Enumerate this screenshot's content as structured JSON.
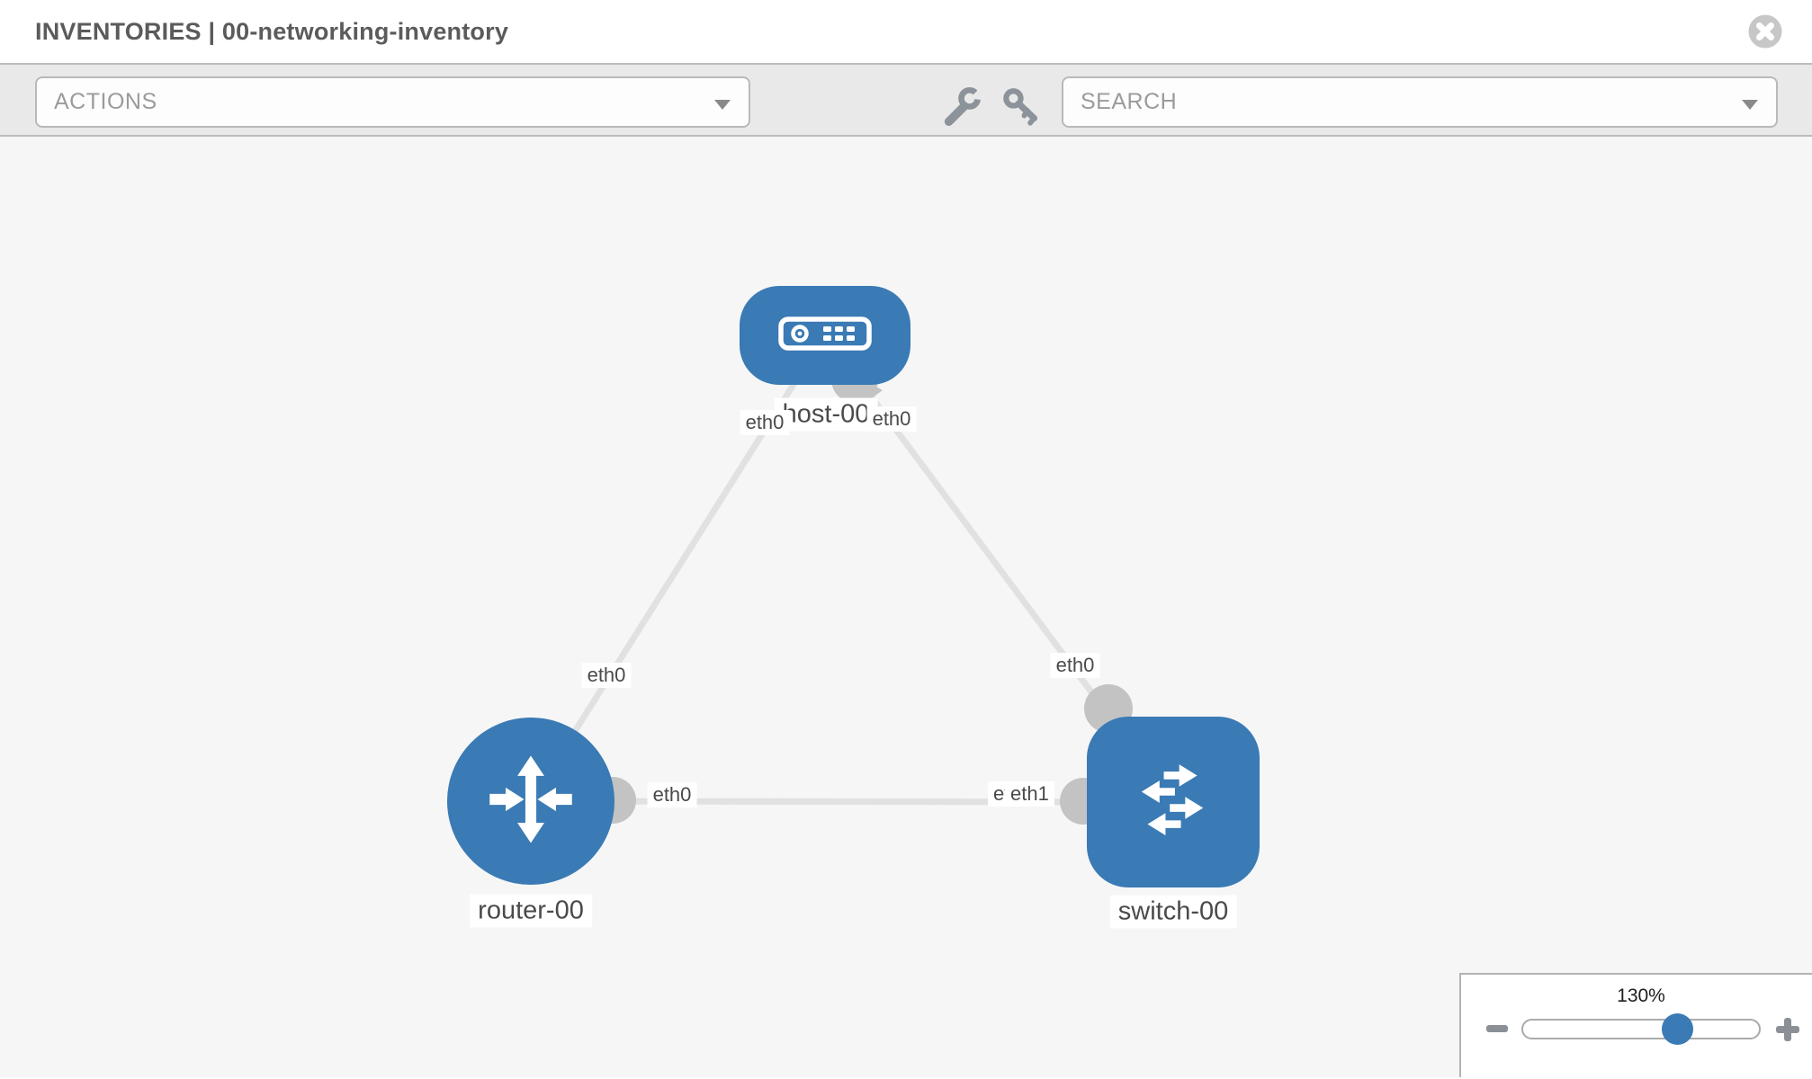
{
  "header": {
    "title": "INVENTORIES | 00-networking-inventory",
    "close_icon": "circle-x"
  },
  "toolbar": {
    "actions_label": "ACTIONS",
    "search_label": "SEARCH",
    "icon_buttons": [
      "wrench-icon",
      "key-icon"
    ]
  },
  "topology": {
    "nodes": [
      {
        "id": "host-00",
        "type": "host",
        "label": "host-00"
      },
      {
        "id": "router-00",
        "type": "router",
        "label": "router-00"
      },
      {
        "id": "switch-00",
        "type": "switch",
        "label": "switch-00"
      }
    ],
    "links": [
      {
        "from": "router-00",
        "from_if": "eth0",
        "to": "host-00",
        "to_if": "eth0"
      },
      {
        "from": "host-00",
        "from_if": "eth0",
        "to": "switch-00",
        "to_if": "eth0"
      },
      {
        "from": "router-00",
        "from_if": "eth0",
        "to": "switch-00",
        "to_if": "eth1",
        "to_if_occluded_label": "eth0"
      }
    ]
  },
  "zoom_control": {
    "value_label": "130%",
    "percent": 130,
    "minus_icon": "minus",
    "plus_icon": "plus"
  },
  "colors": {
    "node_blue": "#3a7ab5",
    "link_gray": "#e1e1e1",
    "connector_gray": "#c3c3c3",
    "toolbar_bg": "#e9e9e9",
    "canvas_bg": "#f6f6f6",
    "icon_gray": "#8d939a"
  }
}
